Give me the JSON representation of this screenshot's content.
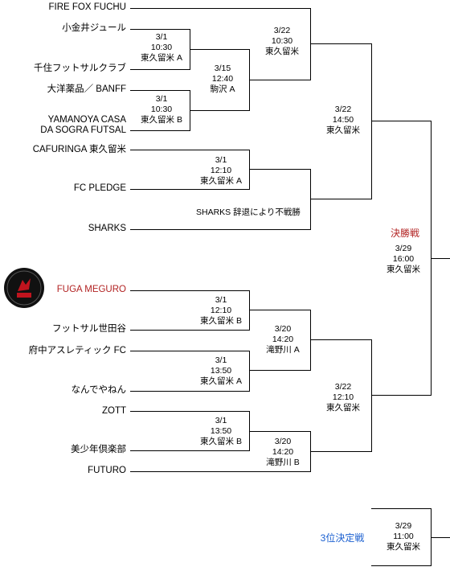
{
  "teams": {
    "t1": "FIRE FOX FUCHU",
    "t2": "小金井ジュール",
    "t3": "千住フットサルクラブ",
    "t4": "大洋薬品／ BANFF",
    "t5_line1": "YAMANOYA CASA",
    "t5_line2": "DA SOGRA FUTSAL",
    "t6": "CAFURINGA 東久留米",
    "t7": "FC PLEDGE",
    "t8": "SHARKS",
    "t9": "FUGA MEGURO",
    "t10": "フットサル世田谷",
    "t11": "府中アスレティック FC",
    "t12": "なんでやねん",
    "t13": "ZOTT",
    "t14": "美少年倶楽部",
    "t15": "FUTURO"
  },
  "matches": {
    "m1": {
      "date": "3/1",
      "time": "10:30",
      "venue": "東久留米 A"
    },
    "m2": {
      "date": "3/1",
      "time": "10:30",
      "venue": "東久留米 B"
    },
    "m3": {
      "date": "3/15",
      "time": "12:40",
      "venue": "駒沢 A"
    },
    "m4": {
      "date": "3/22",
      "time": "10:30",
      "venue": "東久留米"
    },
    "m5": {
      "date": "3/1",
      "time": "12:10",
      "venue": "東久留米 A"
    },
    "m5_note": "SHARKS 辞退により不戦勝",
    "m6": {
      "date": "3/22",
      "time": "14:50",
      "venue": "東久留米"
    },
    "m7": {
      "date": "3/1",
      "time": "12:10",
      "venue": "東久留米 B"
    },
    "m8": {
      "date": "3/1",
      "time": "13:50",
      "venue": "東久留米 A"
    },
    "m9": {
      "date": "3/20",
      "time": "14:20",
      "venue": "滝野川 A"
    },
    "m10": {
      "date": "3/1",
      "time": "13:50",
      "venue": "東久留米 B"
    },
    "m11": {
      "date": "3/20",
      "time": "14:20",
      "venue": "滝野川 B"
    },
    "m12": {
      "date": "3/22",
      "time": "12:10",
      "venue": "東久留米"
    },
    "final": {
      "label": "決勝戦",
      "date": "3/29",
      "time": "16:00",
      "venue": "東久留米"
    },
    "third": {
      "label": "3位決定戦",
      "date": "3/29",
      "time": "11:00",
      "venue": "東久留米"
    }
  },
  "colors": {
    "final_label": "#b22222",
    "third_label": "#1a5fd0",
    "highlight_team": "#b22222",
    "logo_bg": "#111111",
    "logo_accent": "#c0141e"
  }
}
